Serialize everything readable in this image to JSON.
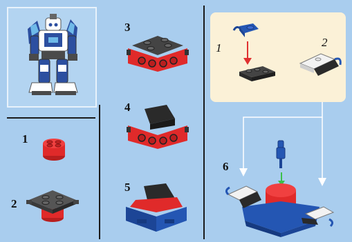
{
  "steps": {
    "s1": "1",
    "s2": "2",
    "s3": "3",
    "s4": "4",
    "s5": "5",
    "s6": "6"
  },
  "substeps": {
    "a": "1",
    "b": "2"
  },
  "colors": {
    "background": "#a9cdee",
    "red_brick": "#e02a2a",
    "dark_brick": "#3a3a3a",
    "blue_brick": "#2456b3",
    "white_brick": "#f2f2f2",
    "callout_bg": "#fbf1d7",
    "arrow_red": "#e03030",
    "arrow_white": "#ffffff"
  }
}
